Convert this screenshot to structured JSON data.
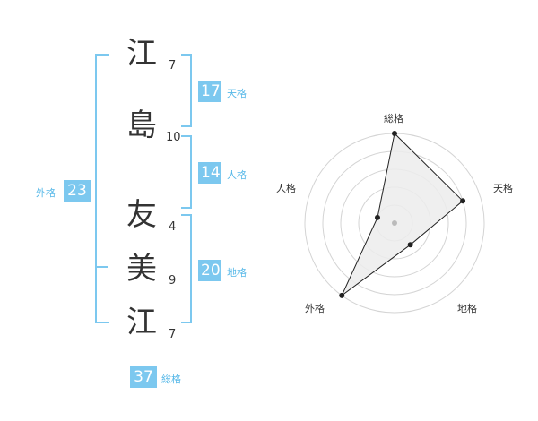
{
  "name": {
    "chars": [
      {
        "char": "江",
        "strokes": "7"
      },
      {
        "char": "島",
        "strokes": "10"
      },
      {
        "char": "友",
        "strokes": "4"
      },
      {
        "char": "美",
        "strokes": "9"
      },
      {
        "char": "江",
        "strokes": "7"
      }
    ]
  },
  "kakusu": {
    "ten": {
      "label": "天格",
      "value": "17"
    },
    "jin": {
      "label": "人格",
      "value": "14"
    },
    "chi": {
      "label": "地格",
      "value": "20"
    },
    "gai": {
      "label": "外格",
      "value": "23"
    },
    "sou": {
      "label": "総格",
      "value": "37"
    }
  },
  "chart_data": {
    "type": "radar",
    "axes": [
      "総格",
      "天格",
      "地格",
      "外格",
      "人格"
    ],
    "values": [
      5,
      4,
      1.5,
      5,
      1
    ],
    "max": 5,
    "rings": 5
  },
  "colors": {
    "accent": "#7cc8ef",
    "label": "#56b8e8",
    "text": "#333333",
    "grid": "#d4d4d4",
    "fill": "#ececec"
  }
}
